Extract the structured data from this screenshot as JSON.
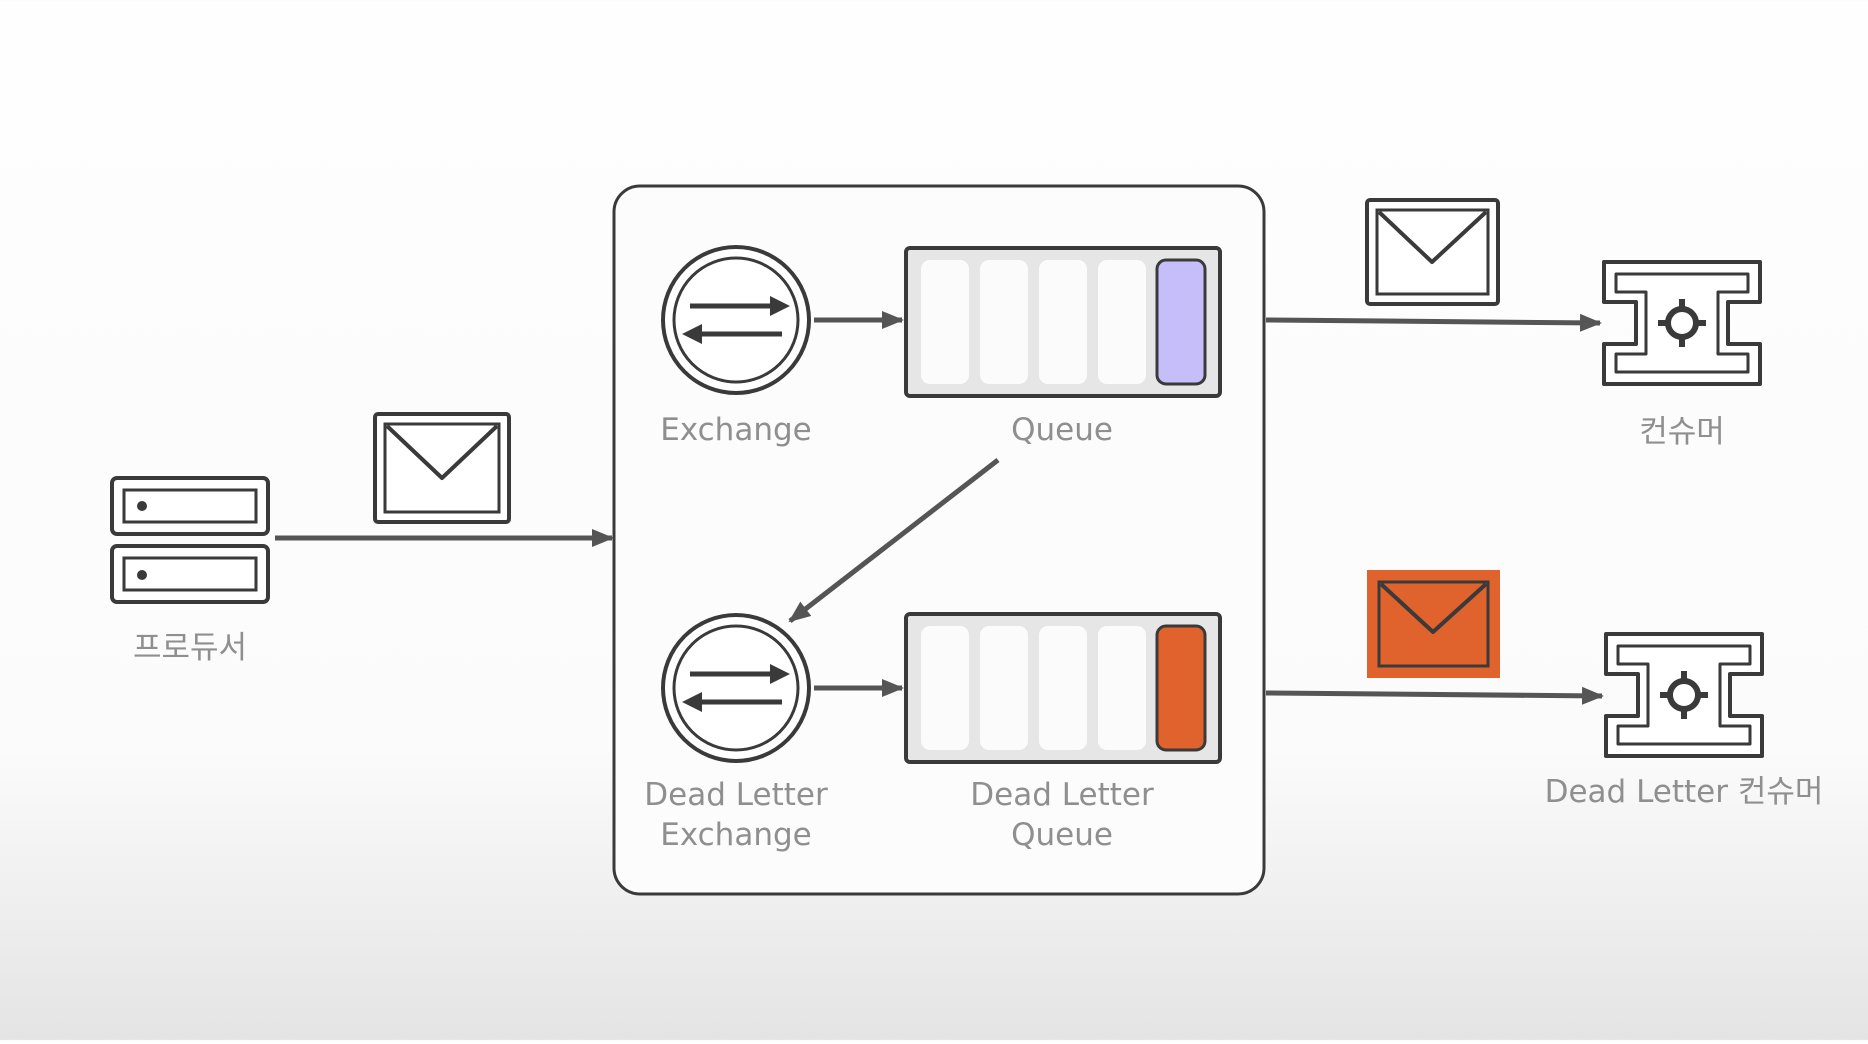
{
  "diagram": {
    "producer": {
      "label": "프로듀서",
      "icon": "server-icon"
    },
    "exchange": {
      "label": "Exchange",
      "icon": "exchange-icon"
    },
    "queue": {
      "label": "Queue",
      "accent": "#c6bef9"
    },
    "dead_letter_exchange": {
      "label_line1": "Dead Letter",
      "label_line2": "Exchange",
      "icon": "exchange-icon"
    },
    "dead_letter_queue": {
      "label_line1": "Dead Letter",
      "label_line2": "Queue",
      "accent": "#e0622c"
    },
    "consumer": {
      "label": "컨슈머",
      "icon": "consumer-icon"
    },
    "dead_letter_consumer": {
      "label": "Dead Letter 컨슈머",
      "icon": "consumer-icon"
    },
    "messages": {
      "icon": "envelope-icon",
      "normal_color": "#ffffff",
      "dead_letter_color": "#e0622c"
    },
    "colors": {
      "stroke": "#3a3a3a",
      "label": "#8f8f8f",
      "queue_fill": "#e6e6e6",
      "slot_fill": "#fbfbfb"
    }
  }
}
